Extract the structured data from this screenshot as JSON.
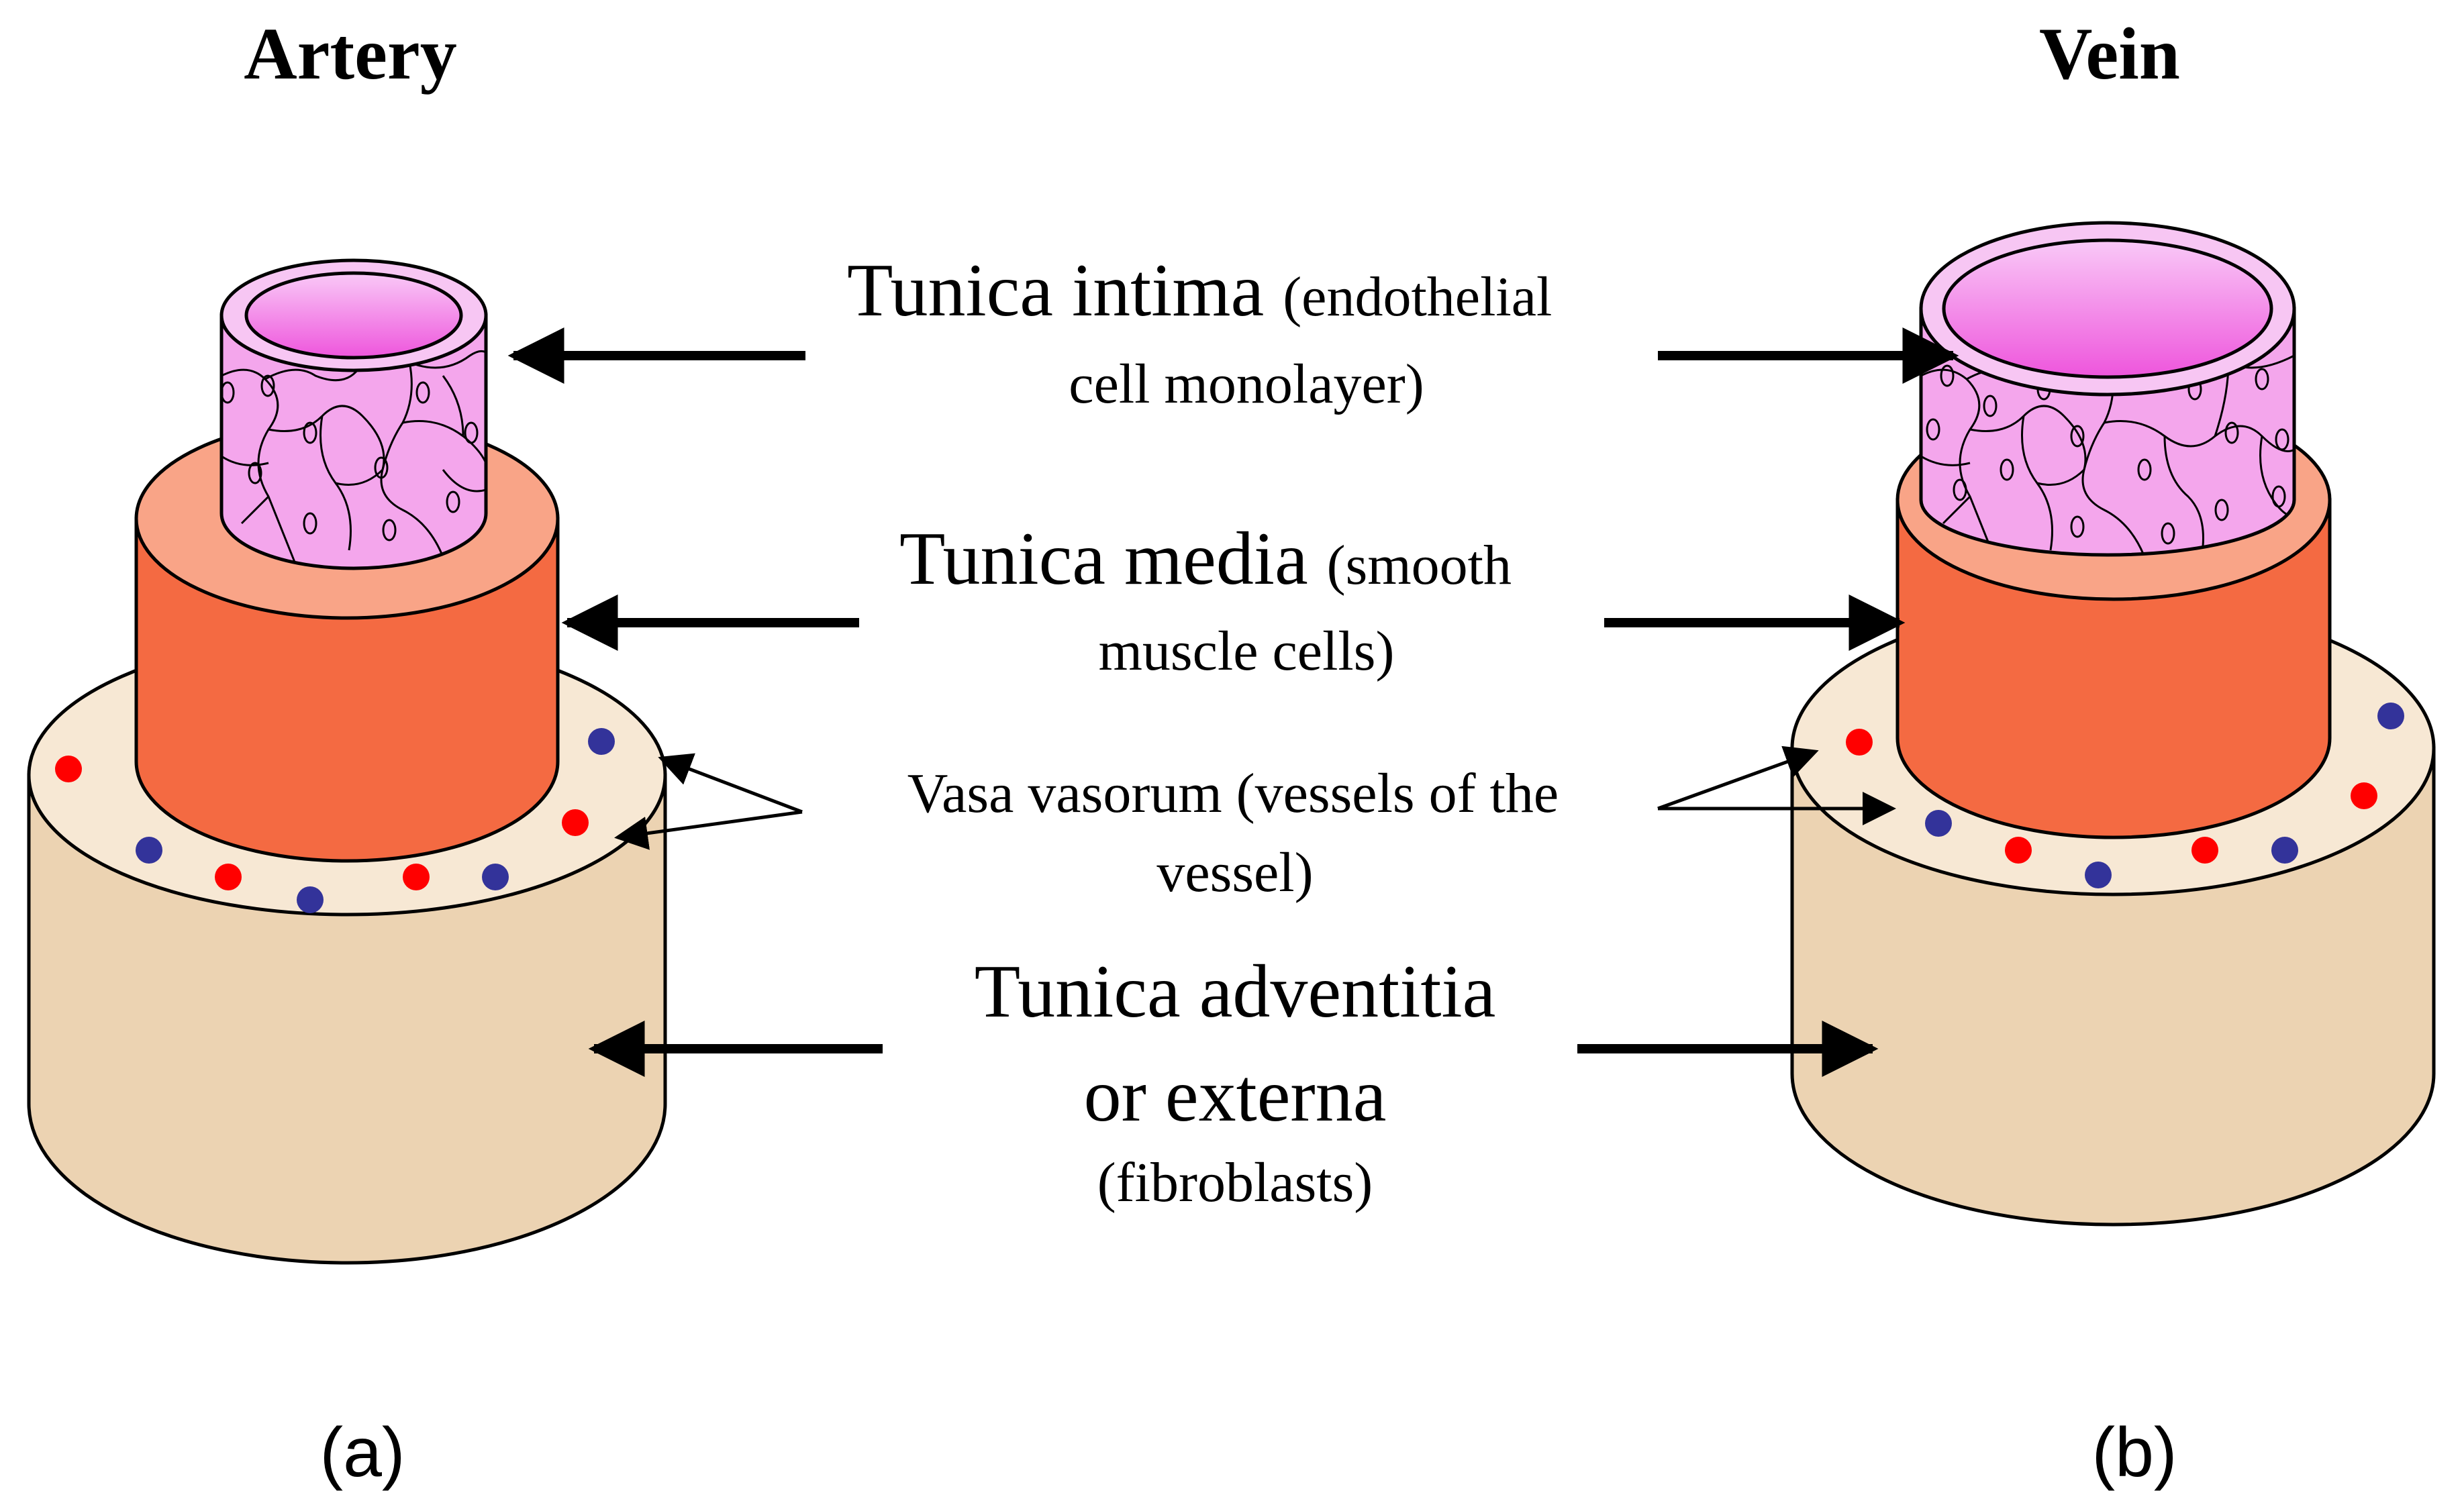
{
  "titles": {
    "left": "Artery",
    "right": "Vein"
  },
  "panels": {
    "left": "(a)",
    "right": "(b)"
  },
  "labels": {
    "intima": {
      "main": "Tunica intima",
      "detail1": "(endothelial",
      "detail2": "cell monolayer)"
    },
    "media": {
      "main": "Tunica media",
      "detail1": "(smooth",
      "detail2": "muscle cells)"
    },
    "vasa": {
      "line1": "Vasa vasorum (vessels of the",
      "line2": "vessel)"
    },
    "adventitia": {
      "line1": "Tunica adventitia",
      "line2": "or externa",
      "line3": "(fibroblasts)"
    }
  },
  "colors": {
    "adventitia_side": "#ecd3b2",
    "adventitia_top": "#f7e8d4",
    "media_side": "#f46a42",
    "media_top": "#f9a487",
    "intima_side": "#f4a6ec",
    "intima_rim": "#f7c6f3",
    "lumen_light": "#f9c9f7",
    "lumen_dark": "#ee55dc",
    "red_vessel": "#ff0000",
    "blue_vessel": "#33339a",
    "outline": "#000000"
  }
}
